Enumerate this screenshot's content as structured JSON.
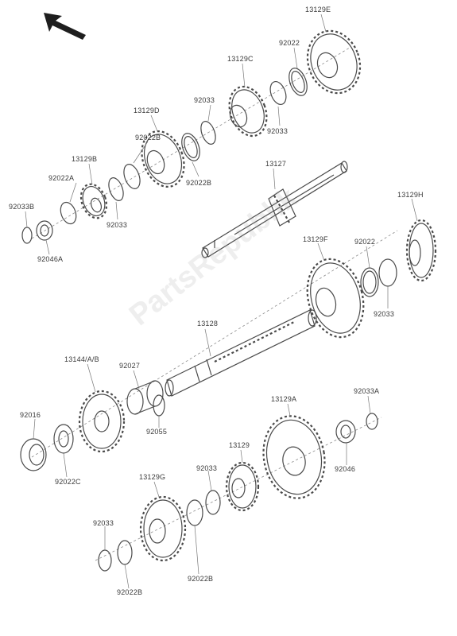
{
  "watermark": "PartsRepublik",
  "labels": {
    "l_13129E": "13129E",
    "l_92022_top": "92022",
    "l_13129C": "13129C",
    "l_92033_a": "92033",
    "l_92033_b": "92033",
    "l_13129D": "13129D",
    "l_92022B_a": "92022B",
    "l_92022B_b": "92022B",
    "l_13129B": "13129B",
    "l_92022A": "92022A",
    "l_92033_c": "92033",
    "l_92033B": "92033B",
    "l_92046A": "92046A",
    "l_13127": "13127",
    "l_13129H": "13129H",
    "l_13129F": "13129F",
    "l_92022_mid": "92022",
    "l_92033_d": "92033",
    "l_13128": "13128",
    "l_13144AB": "13144/A/B",
    "l_92027": "92027",
    "l_92016": "92016",
    "l_92055": "92055",
    "l_92022C": "92022C",
    "l_13129A": "13129A",
    "l_92033A": "92033A",
    "l_13129": "13129",
    "l_92046": "92046",
    "l_13129G": "13129G",
    "l_92033_e": "92033",
    "l_92033_f": "92033",
    "l_92022B_c": "92022B",
    "l_92022B_d": "92022B"
  }
}
